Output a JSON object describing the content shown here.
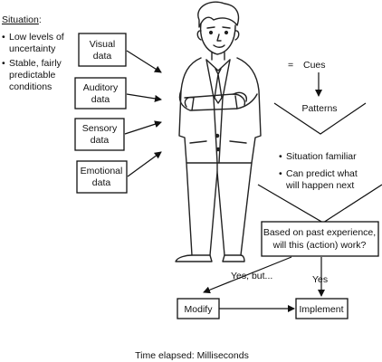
{
  "situation": {
    "heading": "Situation",
    "colon": ":",
    "bullets": [
      [
        "Low levels of",
        "uncertainty"
      ],
      [
        "Stable, fairly",
        "predictable",
        "conditions"
      ]
    ]
  },
  "inputs": [
    [
      "Visual",
      "data"
    ],
    [
      "Auditory",
      "data"
    ],
    [
      "Sensory",
      "data"
    ],
    [
      "Emotional",
      "data"
    ]
  ],
  "cues": {
    "equals": "=",
    "label": "Cues"
  },
  "patterns": "Patterns",
  "familiar_bullets": [
    [
      "Situation familiar"
    ],
    [
      "Can predict what",
      "will happen next"
    ]
  ],
  "decision": [
    "Based on past experience,",
    "will this (action) work?"
  ],
  "branch_left": "Yes, but...",
  "branch_right": "Yes",
  "modify": "Modify",
  "implement": "Implement",
  "footer": "Time elapsed: Milliseconds",
  "bullet_glyph": "•"
}
